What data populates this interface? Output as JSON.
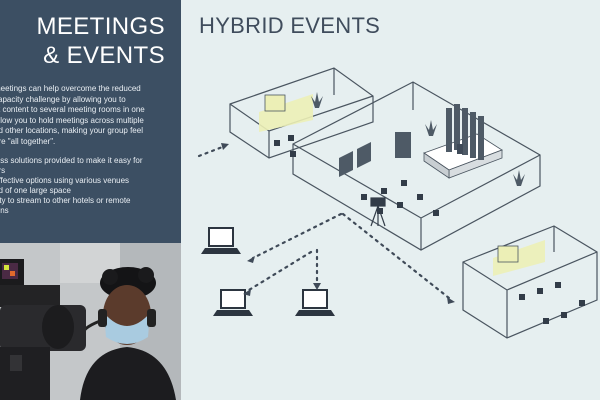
{
  "left_panel": {
    "title_line1": "MEETINGS",
    "title_line2": "& EVENTS",
    "intro_lines": [
      "meetings can help overcome the reduced",
      " capacity challenge by allowing you to",
      "st content to several meeting rooms in one",
      "allow you to hold meetings across multiple",
      "nd other locations, making your group feel",
      " are \"all together\"."
    ],
    "bullets": [
      "less solutions provided to make it easy for",
      "ers",
      "effective options using various venues",
      "ad of one large space",
      "ility to stream to other hotels or remote",
      "ions"
    ]
  },
  "main": {
    "title": "HYBRID EVENTS"
  },
  "colors": {
    "panel": "#3c4f63",
    "background": "#e6eff0",
    "room_line": "#4a5560",
    "dots": "#3f4a58",
    "screen_glow": "#ecefb6"
  }
}
